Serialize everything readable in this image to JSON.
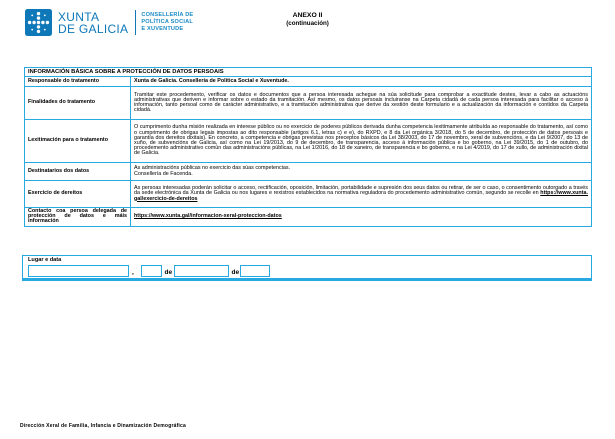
{
  "colors": {
    "accent_cyan": "#29a9e1",
    "logo_blue": "#0e78b8"
  },
  "logo": {
    "brand_line1": "XUNTA",
    "brand_line2": "DE GALICIA",
    "dept_line1": "CONSELLERÍA DE",
    "dept_line2": "POLÍTICA SOCIAL",
    "dept_line3": "E XUVENTUDE"
  },
  "annex": {
    "title": "ANEXO II",
    "subtitle": "(continuación)"
  },
  "data_protection": {
    "title": "INFORMACIÓN BÁSICA SOBRE A PROTECCIÓN DE DATOS PERSOAIS",
    "responsable": {
      "label": "Responsable do tratamento",
      "value": "Xunta de Galicia. Consellería de Política Social e Xuventude."
    },
    "finalidades": {
      "label": "Finalidades do tratamento",
      "value": "Tramitar este procedemento, verificar os datos e documentos que a persoa interesada achegue na súa solicitude para comprobar a exactitude destes, levar a cabo as actuacións administrativas que deriven e informar sobre o estado da tramitación. Así mesmo, os datos persoais incluiranse na Carpeta cidadá de cada persoa interesada para facilitar o acceso á información, tanto persoal como de carácter administrativo, e a tramitación administrativa que derive da xestión deste formulario e a actualización da información e contidos da Carpeta cidadá."
    },
    "lexitimacion": {
      "label": "Lexitimación para o tratamento",
      "value": "O cumprimento dunha misión realizada en interese público ou no exercicio de poderes públicos derivada dunha competencia lexitimamente atribuída ao responsable do tratamento, así como o cumprimento de obrigas legais impostas ao dito responsable (artigos 6.1, letras c) e e), do RXPD, e 8 da Lei orgánica 3/2018, do 5 de decembro, de protección de datos persoais e garantía dos dereitos dixitais). En concreto, a competencia e obrigas previstas nos preceptos básicos da Lei 38/2003, do 17 de novembro, xeral de subvencións, e da Lei 9/2007, do 13 de xuño, de subvencións de Galicia, así como na Lei 19/2013, do 9 de decembro, de transparencia, acceso á información pública e bo goberno, na Lei 39/2015, do 1 de outubro, do procedemento administrativo común das administracións públicas, na Lei 1/2016, do 18 de xaneiro, de transparencia e bo goberno, e na Lei 4/2019, do 17 de xullo, de administración dixital de Galicia."
    },
    "destinatarios": {
      "label": "Destinatarios dos datos",
      "value": "As administracións públicas no exercicio das súas competencias.\nConsellería de Facenda."
    },
    "exercicio": {
      "label": "Exercicio de dereitos",
      "value": "As persoas interesadas poderán solicitar o acceso, rectificación, oposición, limitación, portabilidade e supresión dos seus datos ou retirar, de ser o caso, o consentimento outorgado a través da sede electrónica da Xunta de Galicia ou nos lugares e rexistros establecidos na normativa reguladora do procedemento administrativo común, segundo se recolle en",
      "link": "https://www.xunta.gal/exercicio-de-dereitos"
    },
    "contacto": {
      "label": "Contacto coa persoa delegada de protección de datos e máis información",
      "link": "https://www.xunta.gal/informacion-xeral-proteccion-datos"
    }
  },
  "place_date": {
    "label": "Lugar e data",
    "comma": ",",
    "de1": "de",
    "de2": "de",
    "place_value": "",
    "day_value": "",
    "month_value": "",
    "year_value": ""
  },
  "footer": {
    "text": "Dirección Xeral de Familia, Infancia e Dinamización Demográfica"
  }
}
